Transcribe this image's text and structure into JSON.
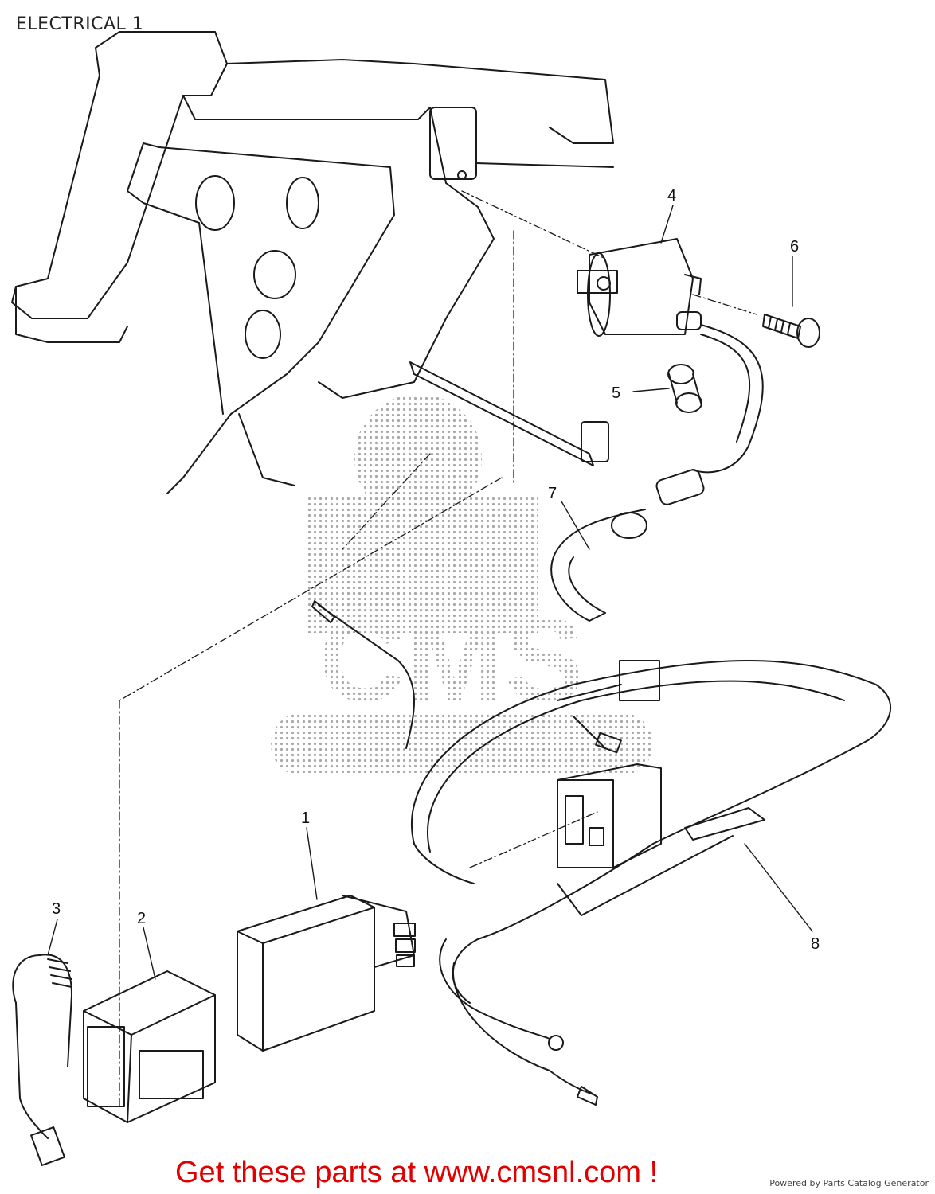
{
  "diagram": {
    "title": "ELECTRICAL 1",
    "callouts": [
      "1",
      "2",
      "3",
      "4",
      "5",
      "6",
      "7",
      "8"
    ],
    "watermark_text": "CMS"
  },
  "footer": {
    "promo": "Get these parts at www.cmsnl.com !",
    "powered_by": "Powered by Parts Catalog Generator"
  }
}
